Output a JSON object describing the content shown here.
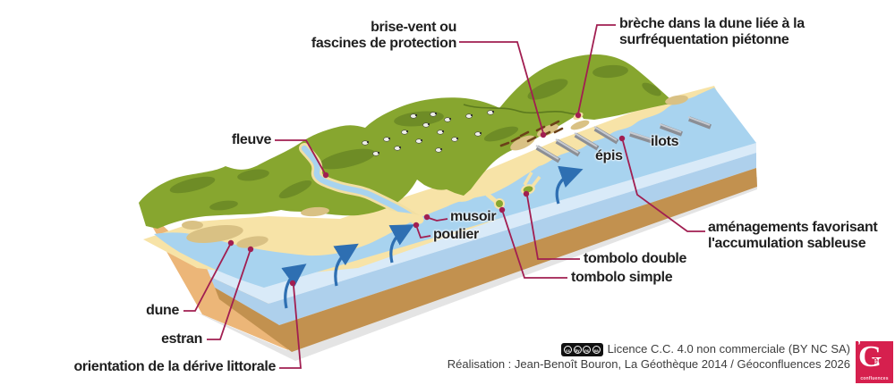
{
  "colors": {
    "accent_line": "#a11e51",
    "land_green": "#87a62f",
    "land_green_dark": "#6e8c26",
    "sand": "#f7e3a7",
    "sand_shaded": "#d9c184",
    "sea": "#a8d3ef",
    "sea_front_light": "#d9eaf8",
    "sea_front": "#aed0ec",
    "earth_side": "#ecb678",
    "earth_front": "#c2914f",
    "groyne_gray": "#8b8e95",
    "arrow_blue": "#2e6fb2",
    "logo_red": "#d6204e"
  },
  "labels": {
    "brise_vent": {
      "l1": "brise-vent ou",
      "l2": "fascines de protection"
    },
    "breche": {
      "l1": "brèche dans la dune liée à la",
      "l2": "surfréquentation piétonne"
    },
    "fleuve": {
      "text": "fleuve"
    },
    "musoir": {
      "text": "musoir"
    },
    "poulier": {
      "text": "poulier"
    },
    "tombolo_double": {
      "text": "tombolo double"
    },
    "tombolo_simple": {
      "text": "tombolo simple"
    },
    "epis": {
      "text": "épis"
    },
    "ilots": {
      "text": "ilots"
    },
    "amenagements": {
      "l1": "aménagements favorisant",
      "l2": "l'accumulation sableuse"
    },
    "dune": {
      "text": "dune"
    },
    "estran": {
      "text": "estran"
    },
    "derive": {
      "text": "orientation de la dérive littorale"
    }
  },
  "footer": {
    "licence": "Licence C.C. 4.0 non commerciale (BY NC SA)",
    "credit": "Réalisation : Jean-Benoît Bouron, La Géothèque 2014 / Géoconfluences 2026",
    "cc_icons": [
      "cc",
      "by",
      "nc",
      "sa"
    ],
    "logo": {
      "apostrophe": "’",
      "letter": "G",
      "accent": "éo",
      "name": "confluences"
    }
  }
}
